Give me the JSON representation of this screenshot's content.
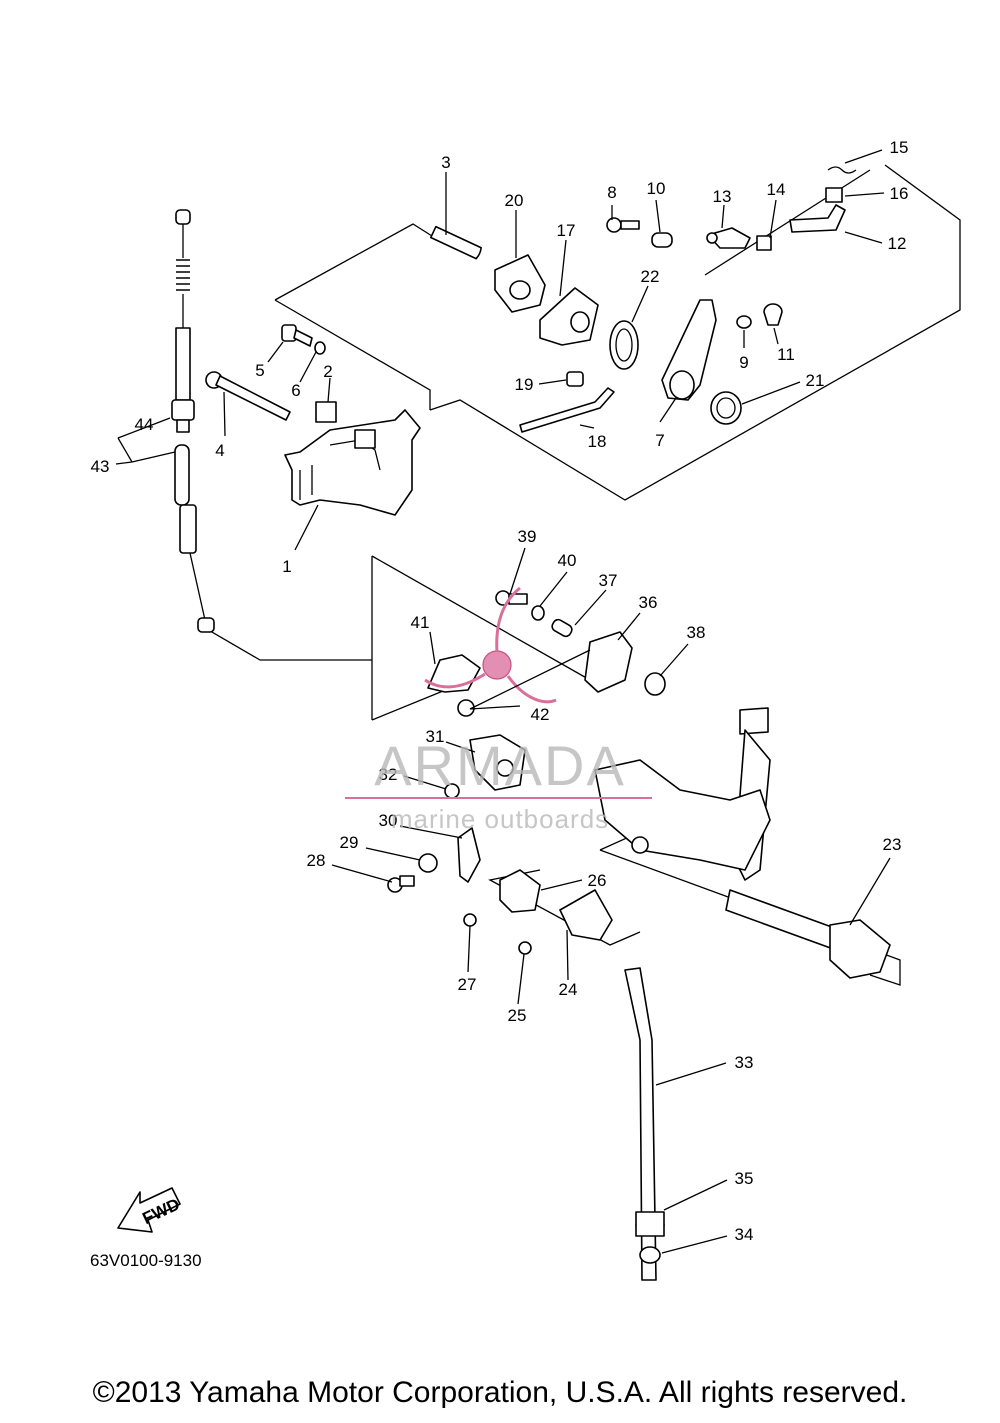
{
  "diagram": {
    "part_numbers": [
      "1",
      "2",
      "3",
      "4",
      "5",
      "6",
      "7",
      "8",
      "9",
      "10",
      "11",
      "12",
      "13",
      "14",
      "15",
      "16",
      "17",
      "18",
      "19",
      "20",
      "21",
      "22",
      "23",
      "24",
      "25",
      "26",
      "27",
      "28",
      "29",
      "30",
      "31",
      "32",
      "33",
      "34",
      "35",
      "36",
      "37",
      "38",
      "39",
      "40",
      "41",
      "42",
      "43",
      "44"
    ],
    "fwd_label": "FWD",
    "diagram_code": "63V0100-9130"
  },
  "watermark": {
    "brand": "ARMADA",
    "tagline": "marine outboards",
    "color": "#d9709a"
  },
  "footer": {
    "copyright": "©2013 Yamaha Motor Corporation, U.S.A. All rights reserved."
  }
}
